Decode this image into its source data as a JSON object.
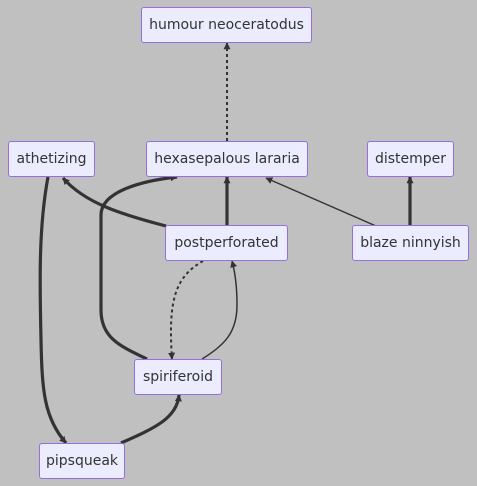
{
  "diagram": {
    "nodes": {
      "humour": "humour neoceratodus",
      "athetizing": "athetizing",
      "hexasepalous": "hexasepalous lararia",
      "distemper": "distemper",
      "postperforated": "postperforated",
      "blaze": "blaze ninnyish",
      "spiriferoid": "spiriferoid",
      "pipsqueak": "pipsqueak"
    },
    "edges": [
      {
        "from": "hexasepalous",
        "to": "humour",
        "style": "dotted"
      },
      {
        "from": "postperforated",
        "to": "athetizing",
        "style": "thick"
      },
      {
        "from": "postperforated",
        "to": "hexasepalous",
        "style": "thick"
      },
      {
        "from": "blaze",
        "to": "hexasepalous",
        "style": "thin"
      },
      {
        "from": "blaze",
        "to": "distemper",
        "style": "thick"
      },
      {
        "from": "spiriferoid",
        "to": "hexasepalous",
        "style": "thick"
      },
      {
        "from": "postperforated",
        "to": "spiriferoid",
        "style": "dotted"
      },
      {
        "from": "spiriferoid",
        "to": "postperforated",
        "style": "thin"
      },
      {
        "from": "athetizing",
        "to": "pipsqueak",
        "style": "thick"
      },
      {
        "from": "pipsqueak",
        "to": "spiriferoid",
        "style": "thick"
      }
    ]
  }
}
